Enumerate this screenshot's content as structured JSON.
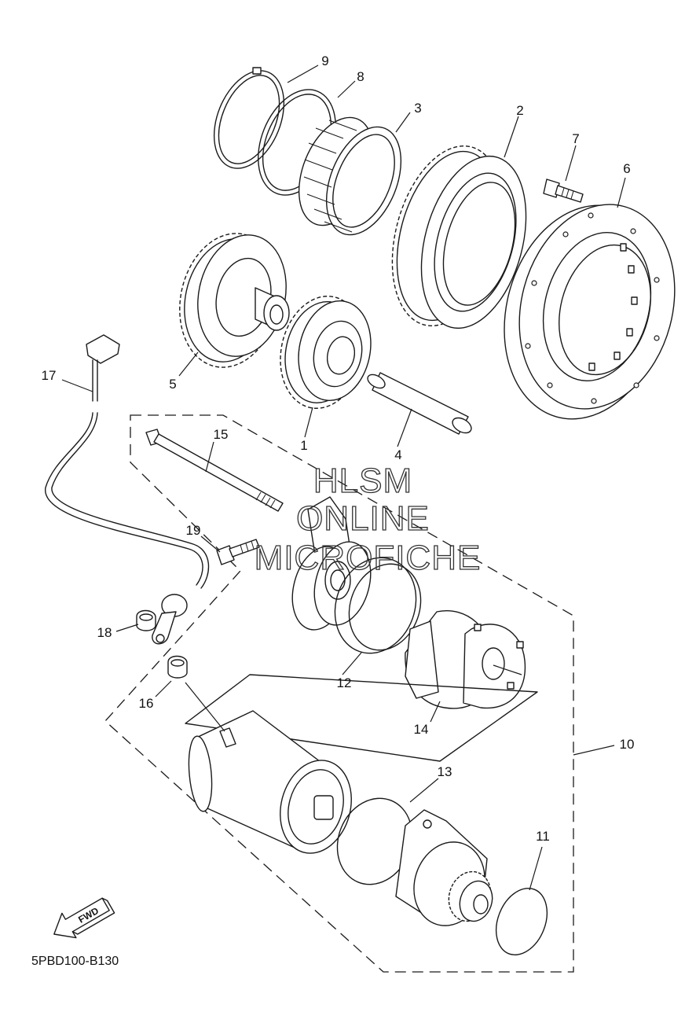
{
  "diagram": {
    "code": "5PBD100-B130",
    "watermark": [
      "HLSM",
      "ONLINE",
      "MICROFICHE"
    ],
    "fwd_label": "FWD",
    "callouts": [
      "1",
      "2",
      "3",
      "4",
      "5",
      "6",
      "7",
      "8",
      "9",
      "10",
      "11",
      "12",
      "13",
      "14",
      "15",
      "16",
      "17",
      "18",
      "19"
    ]
  }
}
